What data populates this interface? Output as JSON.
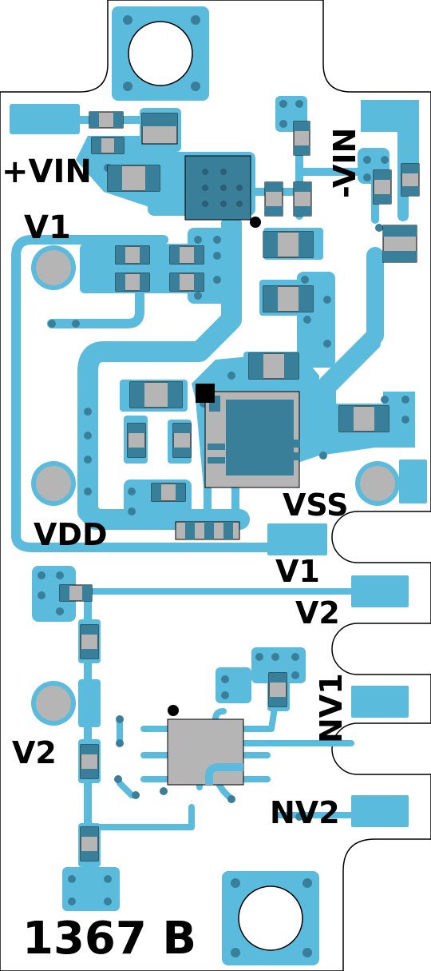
{
  "colors": {
    "copper": "#5bbbdc",
    "pad_dark": "#3a7f99",
    "component_body": "#b5b5b5",
    "silkscreen": "#000000",
    "board_background": "#ffffff",
    "board_outline": "#000000"
  },
  "labels": {
    "plus_vin": "+VIN",
    "minus_vin": "-VIN",
    "v1_top": "V1",
    "vdd": "VDD",
    "vss": "VSS",
    "v1_right": "V1",
    "v2_right": "V2",
    "nv1": "NV1",
    "v2_left": "V2",
    "nv2": "NV2",
    "board_id": "1367 B"
  }
}
